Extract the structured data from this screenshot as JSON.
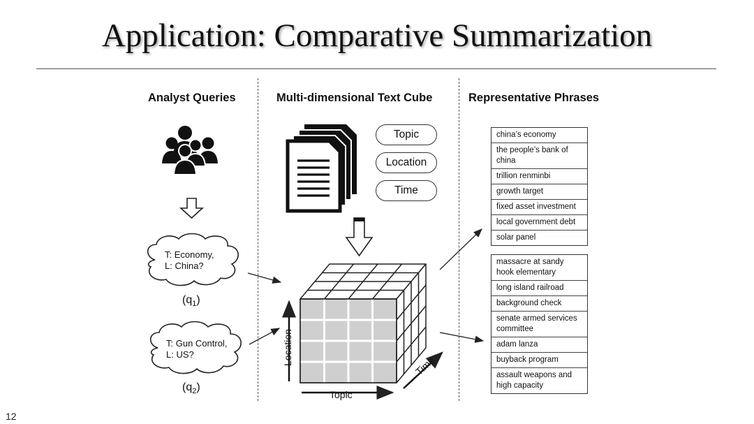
{
  "title": "Application: Comparative Summarization",
  "columns": {
    "queries": "Analyst Queries",
    "cube": "Multi-dimensional Text Cube",
    "phrases": "Representative Phrases"
  },
  "queries": [
    {
      "line1": "T: Economy,",
      "line2": "L: China?",
      "label": "q",
      "sub": "1"
    },
    {
      "line1": "T: Gun Control,",
      "line2": "L: US?",
      "label": "q",
      "sub": "2"
    }
  ],
  "dimensions": [
    "Topic",
    "Location",
    "Time"
  ],
  "axes": {
    "x": "Topic",
    "y": "Location",
    "z": "Time"
  },
  "phrase_groups": [
    [
      "china’s economy",
      "the people’s bank of china",
      "trillion renminbi",
      "growth target",
      "fixed asset investment",
      "local government debt",
      "solar panel"
    ],
    [
      "massacre at sandy hook elementary",
      "long island railroad",
      "background check",
      "senate armed services committee",
      "adam lanza",
      "buyback program",
      "assault weapons and high capacity"
    ]
  ],
  "slide_number": "12"
}
